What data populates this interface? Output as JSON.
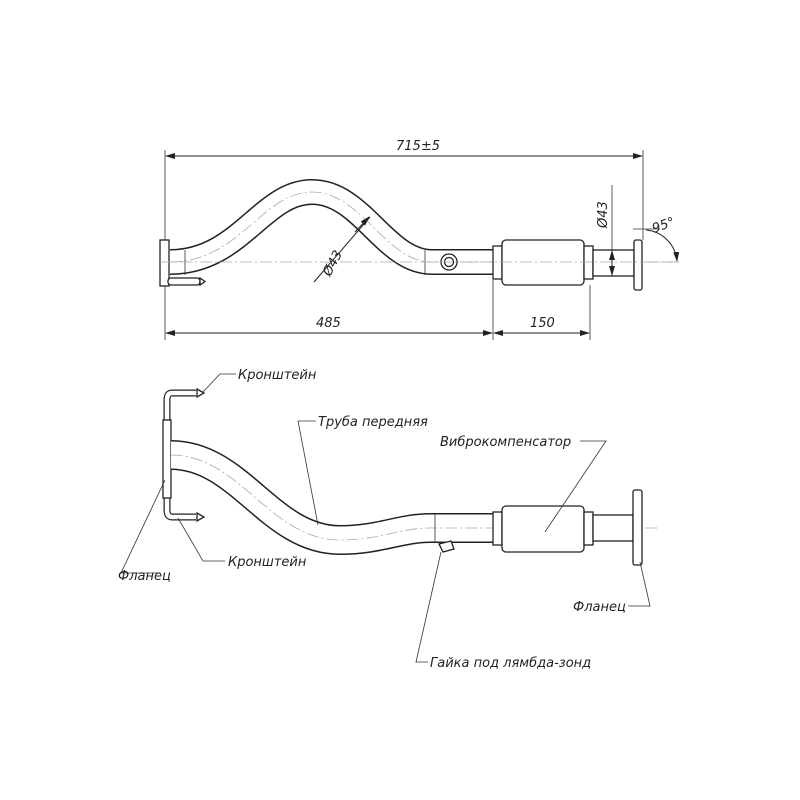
{
  "top_view": {
    "overall_length": "715±5",
    "length_to_compensator": "485",
    "compensator_length": "150",
    "pipe_diameter_bend": "Ø43",
    "pipe_diameter_end": "Ø43",
    "flange_angle": "95°"
  },
  "bottom_view": {
    "labels": {
      "bracket_top": "Кронштейн",
      "front_pipe": "Труба передняя",
      "vibration_compensator": "Виброкомпенсатор",
      "flange_left": "Фланец",
      "bracket_bottom": "Кронштейн",
      "flange_right": "Фланец",
      "lambda_nut": "Гайка под лямбда-зонд"
    }
  }
}
